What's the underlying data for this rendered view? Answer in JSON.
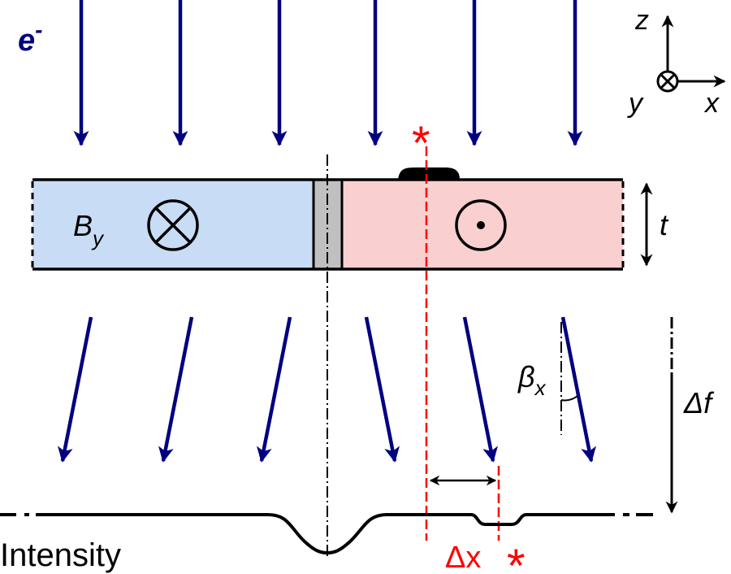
{
  "labels": {
    "electron_base": "e",
    "electron_sup": "-",
    "field_base": "B",
    "field_sub": "y",
    "thickness": "t",
    "beta_base": "β",
    "beta_sub": "x",
    "delta_f": "Δf",
    "delta_x": "Δx",
    "intensity": "Intensity",
    "axis_z": "z",
    "axis_x": "x",
    "axis_y": "y",
    "marker_top": "*",
    "marker_bottom": "*"
  },
  "colors": {
    "beam": "#000080",
    "left_domain": "#c9dcf5",
    "right_domain": "#f9cfd0",
    "wall": "#c0c0c0",
    "marker": "#ff0000",
    "ink": "#000000"
  },
  "icons": {
    "left_field": "field-into-page-icon",
    "right_field": "field-out-of-page-icon",
    "axis_y": "into-page-axis-icon"
  }
}
